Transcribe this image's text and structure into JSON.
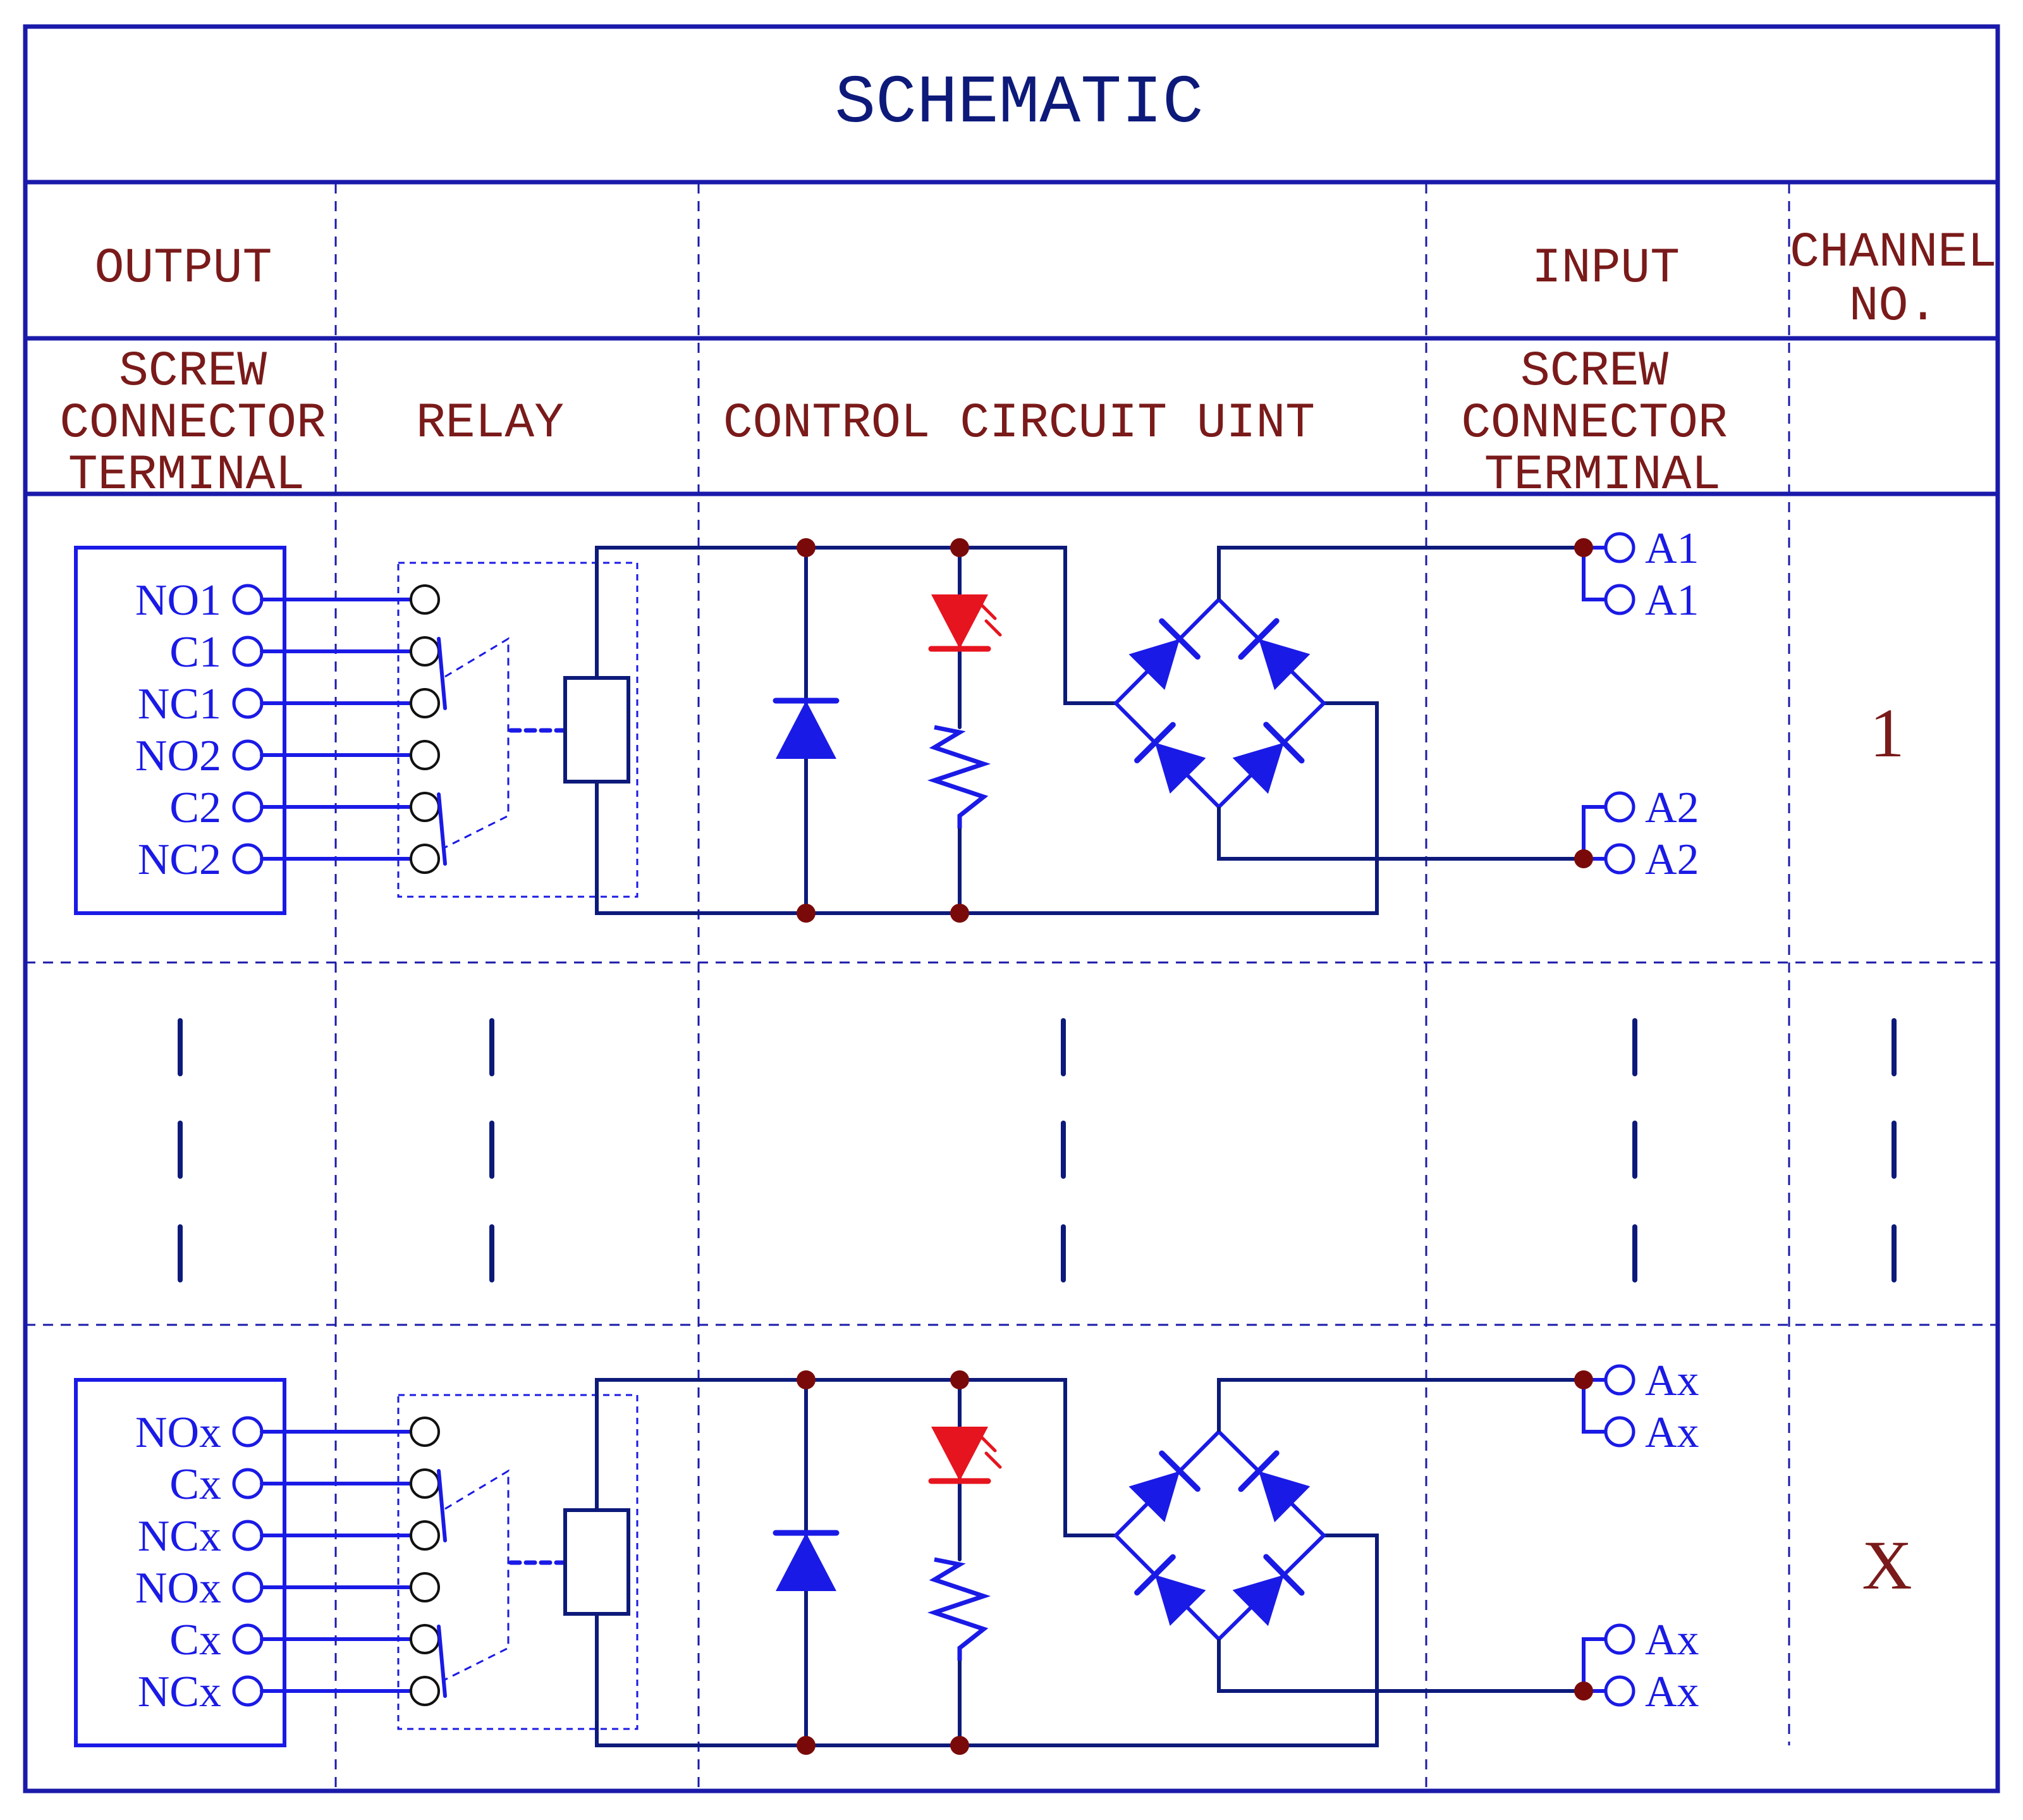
{
  "title": "SCHEMATIC",
  "header_top": {
    "output": "OUTPUT",
    "input": "INPUT",
    "channel_no": [
      "CHANNEL",
      "NO."
    ]
  },
  "header_sub": {
    "output_terminal": [
      "SCREW",
      "CONNECTOR",
      "TERMINAL"
    ],
    "relay": "RELAY",
    "control": "CONTROL CIRCUIT UINT",
    "input_terminal": [
      "SCREW",
      "CONNECTOR",
      "TERMINAL"
    ]
  },
  "channels": [
    {
      "number": "1",
      "output_pins": [
        "NO1",
        "C1",
        "NC1",
        "NO2",
        "C2",
        "NC2"
      ],
      "input_pins": [
        "A1",
        "A1",
        "A2",
        "A2"
      ]
    },
    {
      "number": "X",
      "output_pins": [
        "NOx",
        "Cx",
        "NCx",
        "NOx",
        "Cx",
        "NCx"
      ],
      "input_pins": [
        "Ax",
        "Ax",
        "Ax",
        "Ax"
      ]
    }
  ],
  "colors": {
    "border": "#1a1aaa",
    "wire": "#0d1a7a",
    "component": "#1a1ae6",
    "led": "#e6141e",
    "junction": "#7a0a0a",
    "heading_text": "#7a1a1a"
  }
}
